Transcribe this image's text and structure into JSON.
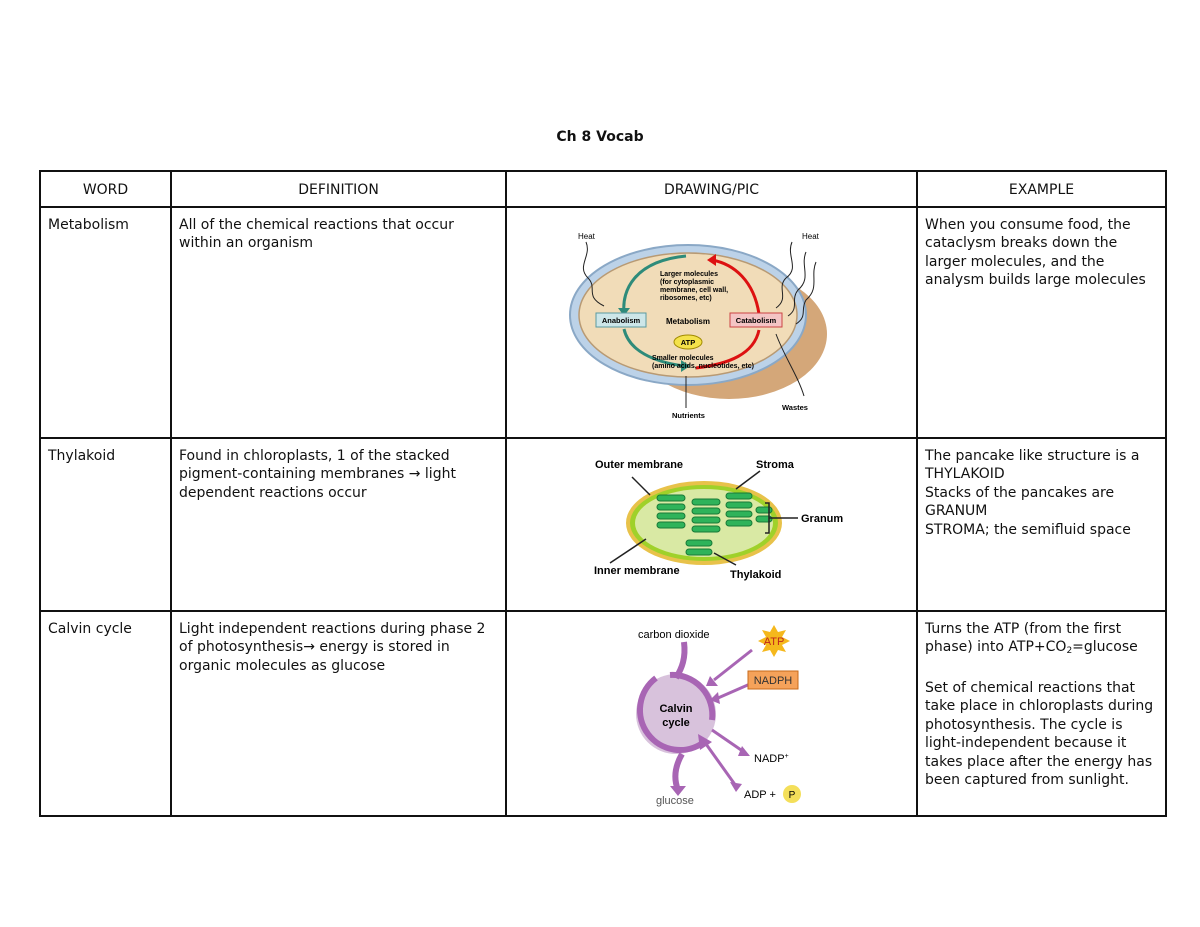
{
  "title": "Ch 8 Vocab",
  "headers": {
    "word": "WORD",
    "definition": "DEFINITION",
    "drawing": "DRAWING/PIC",
    "example": "EXAMPLE"
  },
  "rows": [
    {
      "word": "Metabolism",
      "definition": "All of the chemical reactions that occur within an organism",
      "example": "When you consume food, the cataclysm breaks down the larger molecules, and the analysm builds large molecules",
      "drawing": {
        "heat_left": "Heat",
        "heat_right": "Heat",
        "larger_1": "Larger molecules",
        "larger_2": "(for cytoplasmic",
        "larger_3": "membrane, cell wall,",
        "larger_4": "ribosomes, etc)",
        "anabolism": "Anabolism",
        "metabolism": "Metabolism",
        "catabolism": "Catabolism",
        "atp": "ATP",
        "smaller_1": "Smaller molecules",
        "smaller_2": "(amino acids, nucleotides, etc)",
        "nutrients": "Nutrients",
        "wastes": "Wastes"
      }
    },
    {
      "word": "Thylakoid",
      "definition": "Found in chloroplasts, 1 of the stacked pigment-containing membranes → light dependent reactions occur",
      "example_lines": [
        "The pancake like structure is a",
        "THYLAKOID",
        "Stacks of the pancakes are",
        "GRANUM",
        "STROMA; the semifluid space"
      ],
      "drawing": {
        "outer_membrane": "Outer membrane",
        "stroma": "Stroma",
        "granum": "Granum",
        "inner_membrane": "Inner membrane",
        "thylakoid": "Thylakoid"
      }
    },
    {
      "word": "Calvin cycle",
      "definition": "Light independent reactions during phase 2 of photosynthesis→ energy is stored in organic molecules as glucose",
      "example_p1_a": "Turns the ATP (from the first phase) into ATP+CO",
      "example_p1_sub": "2",
      "example_p1_b": "=glucose",
      "example_p2": "Set of chemical reactions that take place in chloroplasts during photosynthesis. The cycle is light-independent because it takes place after the energy has been captured from sunlight.",
      "drawing": {
        "carbon_dioxide": "carbon dioxide",
        "atp": "ATP",
        "nadph": "NADPH",
        "calvin": "Calvin",
        "cycle": "cycle",
        "nadp": "NADP",
        "nadp_sup": "+",
        "adp": "ADP +",
        "p": "P",
        "glucose": "glucose"
      }
    }
  ]
}
